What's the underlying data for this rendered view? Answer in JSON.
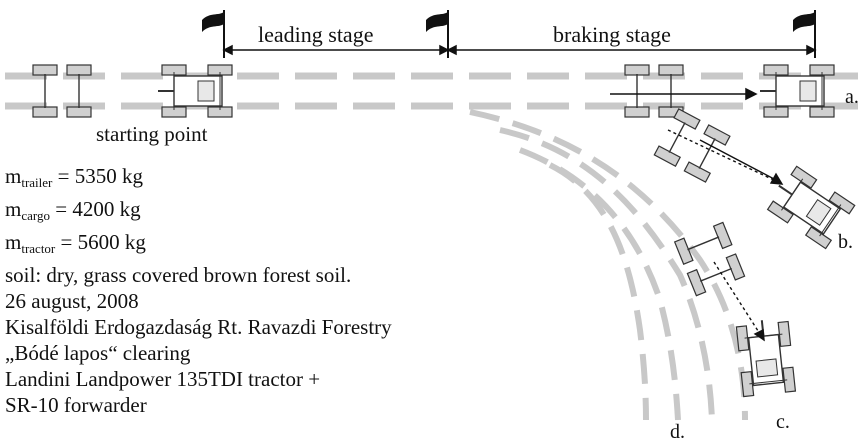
{
  "stages": {
    "leading_label": "leading stage",
    "braking_label": "braking stage"
  },
  "start_label": "starting point",
  "position_labels": {
    "a": "a.",
    "b": "b.",
    "c": "c.",
    "d": "d."
  },
  "masses": [
    {
      "symbol": "m",
      "subscript": "trailer",
      "value": "= 5350 kg"
    },
    {
      "symbol": "m",
      "subscript": "cargo",
      "value": "= 4200 kg"
    },
    {
      "symbol": "m",
      "subscript": "tractor",
      "value": "= 5600 kg"
    }
  ],
  "notes": {
    "soil": "soil: dry, grass covered brown forest soil.",
    "date": " 26 august, 2008",
    "site": "Kisalföldi Erdogazdaság Rt. Ravazdi Forestry",
    "clearing": "„Bódé lapos“ clearing",
    "machine_line1": "Landini Landpower 135TDI tractor +",
    "machine_line2": "SR-10 forwarder"
  },
  "colors": {
    "track": "#c8c8c8",
    "ink": "#111111",
    "wheel": "#d0d0d0"
  },
  "icons": [
    "flag-icon",
    "tractor-icon",
    "trailer-icon"
  ]
}
